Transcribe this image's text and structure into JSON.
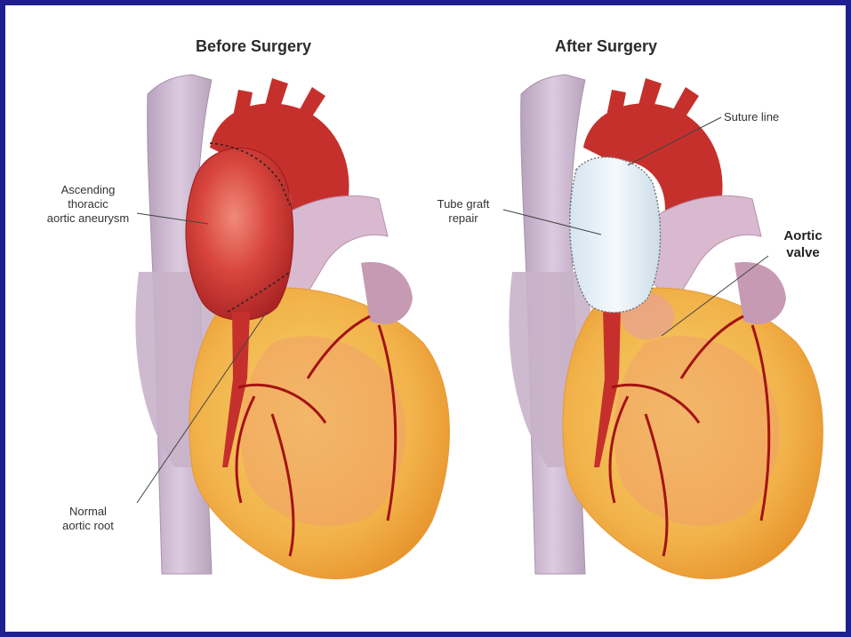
{
  "colors": {
    "frame": "#1f1f8f",
    "aorta": "#c6302c",
    "aneurysm": "#d8453d",
    "graft": "#e8f0f7",
    "heart": "#f2b24a",
    "vein": "#c9b3c9",
    "vessel_line": "#a31313"
  },
  "panels": {
    "before": {
      "title": "Before Surgery",
      "labels": {
        "aneurysm": [
          "Ascending",
          "thoracic",
          "aortic aneurysm"
        ],
        "root": [
          "Normal",
          "aortic root"
        ]
      }
    },
    "after": {
      "title": "After Surgery",
      "labels": {
        "suture": "Suture line",
        "graft": [
          "Tube graft",
          "repair"
        ],
        "valve": [
          "Aortic",
          "valve"
        ]
      }
    }
  }
}
